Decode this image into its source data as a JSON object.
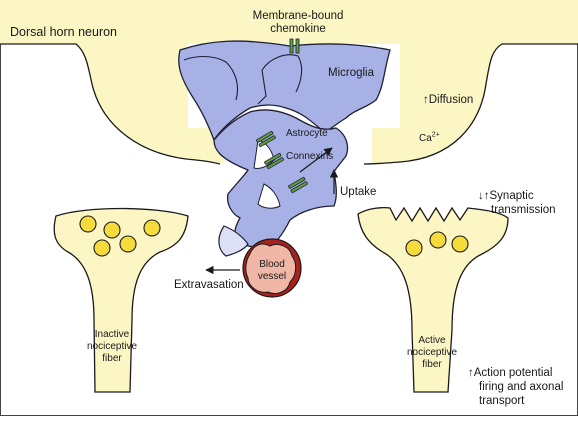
{
  "labels": {
    "dorsal_horn_neuron": "Dorsal horn neuron",
    "membrane_bound_chemokine_line1": "Membrane-bound",
    "membrane_bound_chemokine_line2": "chemokine",
    "microglia": "Microglia",
    "diffusion_arrow": "↑",
    "diffusion": "Diffusion",
    "astrocyte": "Astrocyte",
    "calcium": "Ca",
    "calcium_charge": "2+",
    "connexins": "Connexins",
    "uptake": "Uptake",
    "synaptic_arrows": "↓↑",
    "synaptic": "Synaptic",
    "transmission": "transmission",
    "blood_vessel_line1": "Blood",
    "blood_vessel_line2": "vessel",
    "extravasation": "Extravasation",
    "inactive_line1": "Inactive",
    "inactive_line2": "nociceptive",
    "inactive_line3": "fiber",
    "active_line1": "Active",
    "active_line2": "nociceptive",
    "active_line3": "fiber",
    "action_potential_arrow": "↑",
    "action_potential_line1": "Action potential",
    "action_potential_line2": "firing and axonal",
    "action_potential_line3": "transport"
  },
  "colors": {
    "neuron_fill": "#fbf6c4",
    "neuron_outline": "#1a1a1a",
    "vesicle_fill": "#f6dc3a",
    "glia_fill": "#a7b1e6",
    "glia_outline": "#1f1f33",
    "connexin_fill": "#5e9f3c",
    "vessel_wall": "#a8211e",
    "vessel_lumen": "#f0b6a6",
    "background": "#ffffff"
  }
}
